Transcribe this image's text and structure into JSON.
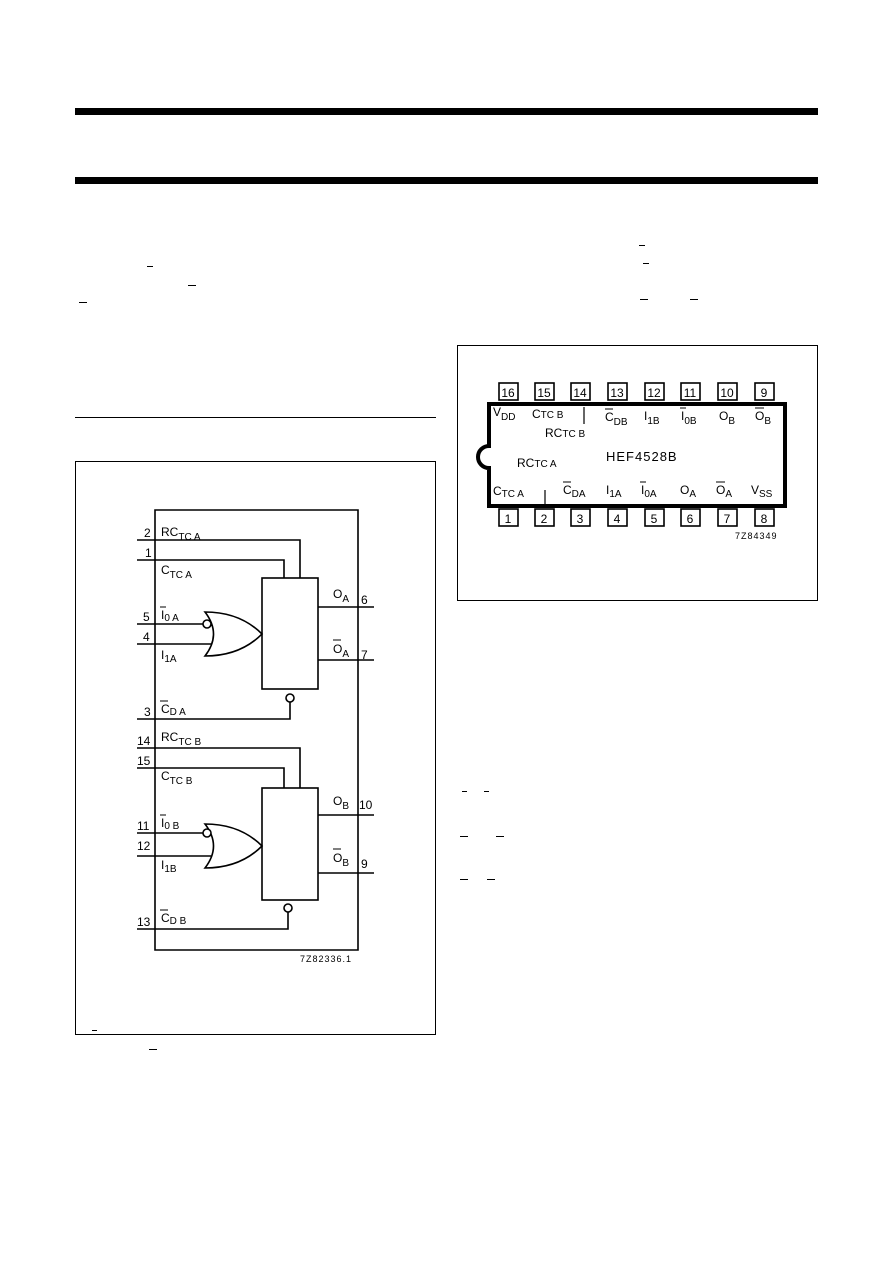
{
  "logic_diagram": {
    "figure_id": "7Z82336.1",
    "pin_numbers": [
      "2",
      "1",
      "5",
      "4",
      "3",
      "14",
      "15",
      "11",
      "12",
      "13",
      "6",
      "7",
      "10",
      "9"
    ],
    "labels": {
      "rc_tc_a": [
        "RC",
        "TC A"
      ],
      "c_tc_a": [
        "C",
        "TC A"
      ],
      "i0a": [
        "I",
        "0 A"
      ],
      "i1a": [
        "I",
        "1A"
      ],
      "cda": [
        "C",
        "D A"
      ],
      "rc_tc_b": [
        "RC",
        "TC B"
      ],
      "c_tc_b": [
        "C",
        "TC B"
      ],
      "i0b": [
        "I",
        "0 B"
      ],
      "i1b": [
        "I",
        "1B"
      ],
      "cdb": [
        "C",
        "D B"
      ],
      "oa": [
        "O",
        "A"
      ],
      "oa_bar": [
        "O",
        "A"
      ],
      "ob": [
        "O",
        "B"
      ],
      "ob_bar": [
        "O",
        "B"
      ]
    }
  },
  "pinning_diagram": {
    "part_number": "HEF4528B",
    "figure_id": "7Z84349",
    "top_pins": [
      "16",
      "15",
      "14",
      "13",
      "12",
      "11",
      "10",
      "9"
    ],
    "bottom_pins": [
      "1",
      "2",
      "3",
      "4",
      "5",
      "6",
      "7",
      "8"
    ],
    "top_labels": [
      [
        "V",
        "DD"
      ],
      [
        "C",
        "TC B"
      ],
      [
        "C",
        "DB"
      ],
      [
        "I",
        "1B"
      ],
      [
        "I",
        "0B"
      ],
      [
        "O",
        "B"
      ],
      [
        "O",
        "B"
      ]
    ],
    "mid_labels": [
      [
        "RC",
        "TC B"
      ],
      [
        "RC",
        "TC A"
      ]
    ],
    "bottom_labels": [
      [
        "C",
        "TC A"
      ],
      [
        "C",
        "DA"
      ],
      [
        "I",
        "1A"
      ],
      [
        "I",
        "0A"
      ],
      [
        "O",
        "A"
      ],
      [
        "O",
        "A"
      ],
      [
        "V",
        "SS"
      ]
    ]
  }
}
